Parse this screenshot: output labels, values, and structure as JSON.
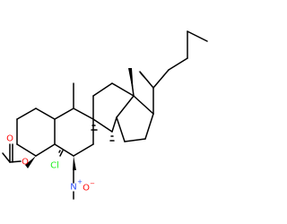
{
  "structure": {
    "atoms": {
      "ester_carbonyl_o": {
        "text": "O",
        "color": "#ff0d0d"
      },
      "ester_o": {
        "text": "O",
        "color": "#ff0d0d"
      },
      "chlorine": {
        "text": "Cl",
        "color": "#1ff01f"
      },
      "nitro_n": {
        "text": "N",
        "color": "#3050f8",
        "charge": "+"
      },
      "nitro_o": {
        "text": "O",
        "color": "#ff0d0d",
        "charge": "−"
      }
    },
    "bond_color": "#000000"
  }
}
